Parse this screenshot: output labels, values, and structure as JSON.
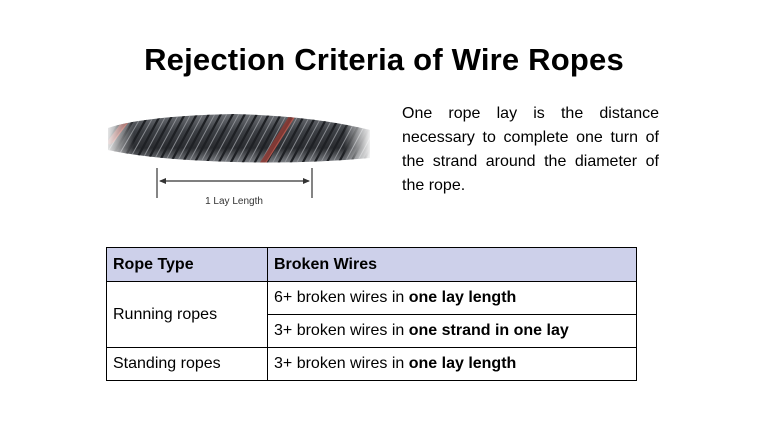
{
  "title": "Rejection Criteria of Wire Ropes",
  "figure": {
    "lay_length_label": "1 Lay Length"
  },
  "description": "One rope lay is the distance necessary to complete one turn of the strand around the diameter of the rope.",
  "table": {
    "headers": {
      "rope_type": "Rope Type",
      "broken_wires": "Broken Wires"
    },
    "running": {
      "label": "Running ropes",
      "row1_prefix": "6+ broken wires in ",
      "row1_emph": "one lay length",
      "row2_prefix": "3+ broken wires in ",
      "row2_emph": "one strand in one lay"
    },
    "standing": {
      "label": "Standing ropes",
      "prefix": "3+ broken wires in ",
      "emph": "one lay length"
    }
  },
  "colors": {
    "header_fill": "#cdd0ea",
    "rope_steel": "#4a4d52",
    "rope_red_strand": "#8a3b35"
  }
}
